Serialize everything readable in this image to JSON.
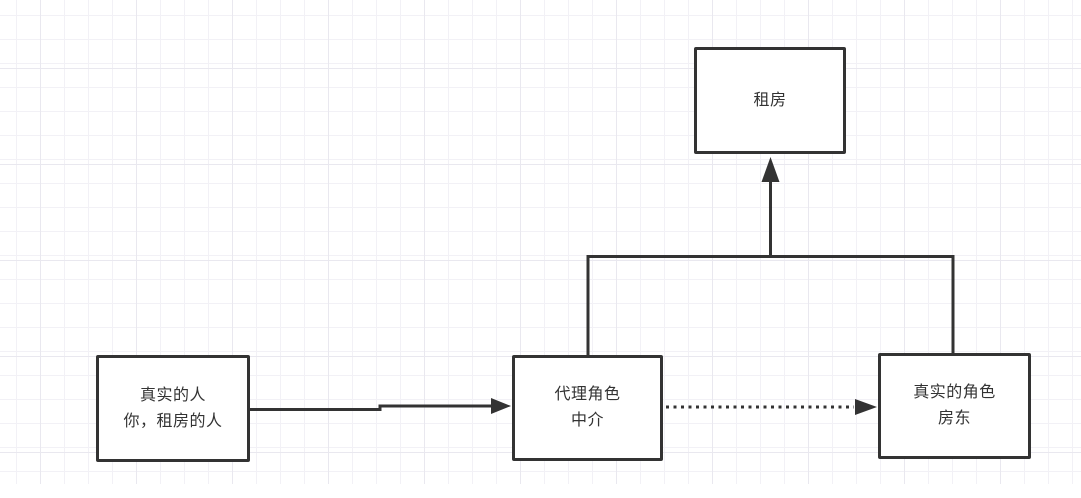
{
  "diagram": {
    "nodes": {
      "rent": {
        "lines": [
          "租房"
        ]
      },
      "person": {
        "lines": [
          "真实的人",
          "你，租房的人"
        ]
      },
      "proxy": {
        "lines": [
          "代理角色",
          "中介"
        ]
      },
      "landlord": {
        "lines": [
          "真实的角色",
          "房东"
        ]
      }
    },
    "edges": [
      {
        "from": "person",
        "to": "proxy",
        "style": "solid",
        "arrow": "end"
      },
      {
        "from": "proxy",
        "to": "landlord",
        "style": "dotted",
        "arrow": "end"
      },
      {
        "from": "proxy, landlord",
        "to": "rent",
        "style": "solid-elbow",
        "arrow": "end-up"
      }
    ],
    "colors": {
      "stroke": "#333333",
      "text": "#333333",
      "node_fill": "#ffffff",
      "grid_minor": "#f2f1f6",
      "grid_major": "#e9e8ef",
      "background": "#ffffff"
    }
  }
}
